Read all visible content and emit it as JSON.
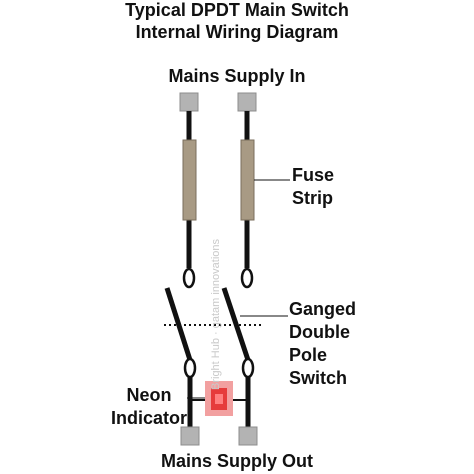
{
  "title": {
    "line1": "Typical DPDT Main Switch",
    "line2": "Internal Wiring Diagram"
  },
  "labels": {
    "supply_in": "Mains Supply In",
    "supply_out": "Mains Supply Out",
    "fuse": [
      "Fuse",
      "Strip"
    ],
    "switch": [
      "Ganged",
      "Double",
      "Pole",
      "Switch"
    ],
    "neon": [
      "Neon",
      "Indicator"
    ]
  },
  "watermark": "Bright Hub · gatam innovations",
  "colors": {
    "wire": "#111111",
    "terminal": "#b3b3b3",
    "fuse": "#a89a84",
    "neon_glow": "#f2a0a0",
    "neon_core": "#e63c3c"
  }
}
